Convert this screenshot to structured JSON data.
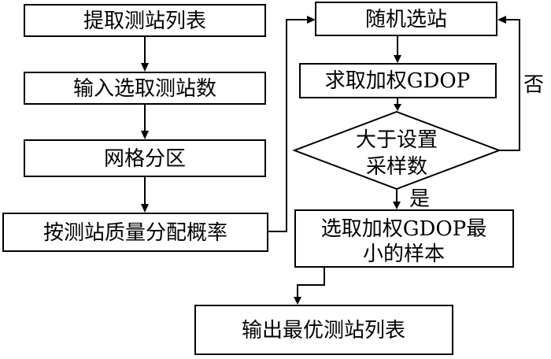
{
  "nodes": {
    "extract_list": "提取测站列表",
    "input_count": "输入选取测站数",
    "grid_partition": "网格分区",
    "assign_probability": "按测站质量分配概率",
    "random_select": "随机选站",
    "compute_gdop": "求取加权GDOP",
    "decision_line1": "大于设置",
    "decision_line2": "采样数",
    "select_min_line1": "选取加权GDOP最",
    "select_min_line2": "小的样本",
    "output_list": "输出最优测站列表"
  },
  "edges": {
    "no_label": "否",
    "yes_label": "是"
  }
}
